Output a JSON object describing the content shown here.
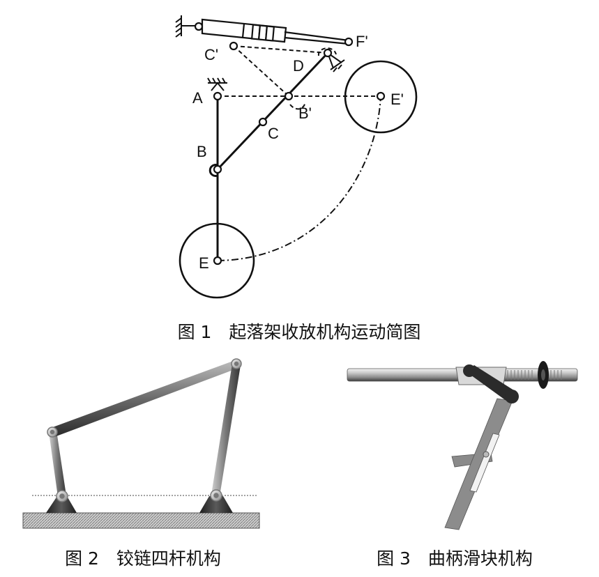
{
  "figure1": {
    "caption": "图 1　起落架收放机构运动简图",
    "labels": {
      "A": "A",
      "B": "B",
      "C": "C",
      "D": "D",
      "E": "E",
      "B_prime": "B'",
      "C_prime": "C'",
      "E_prime": "E'",
      "F_prime": "F'"
    }
  },
  "figure2": {
    "caption": "图 2　铰链四杆机构"
  },
  "figure3": {
    "caption": "图 3　曲柄滑块机构"
  }
}
